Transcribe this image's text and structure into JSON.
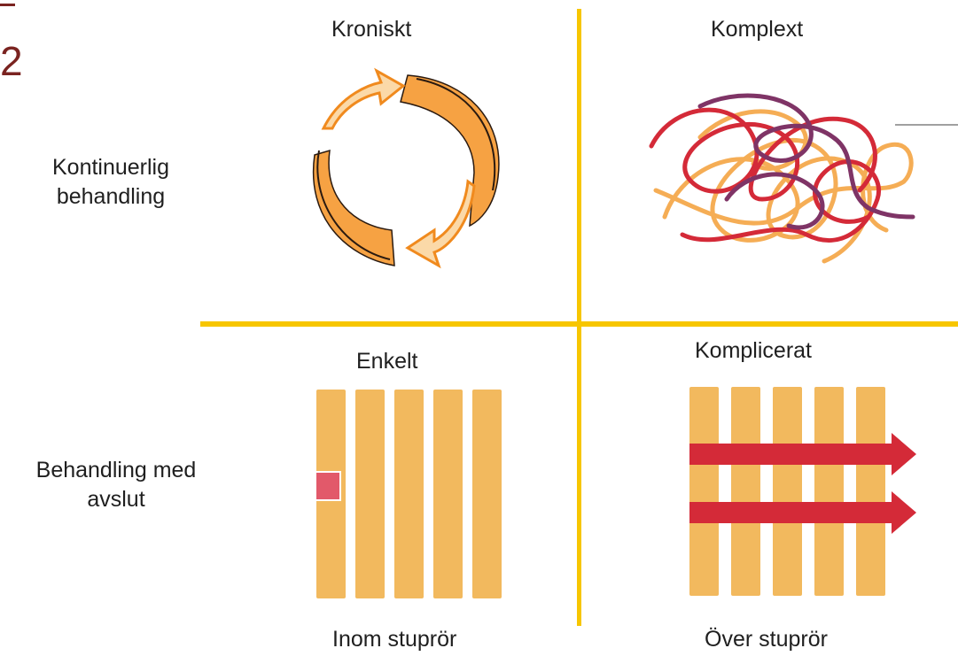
{
  "slide": {
    "number": "2"
  },
  "row_labels": {
    "top": {
      "line1": "Kontinuerlig",
      "line2": "behandling"
    },
    "bottom": {
      "line1": "Behandling med",
      "line2": "avslut"
    }
  },
  "quadrants": {
    "top_left": {
      "title": "Kroniskt",
      "icon": "circular-arrows-icon"
    },
    "top_right": {
      "title": "Komplext",
      "icon": "tangled-lines-icon"
    },
    "bottom_left": {
      "title": "Enkelt",
      "icon": "silos-with-block-icon",
      "caption": "Inom stuprör"
    },
    "bottom_right": {
      "title": "Komplicerat",
      "icon": "silos-with-arrows-icon",
      "caption": "Över stuprör"
    }
  },
  "colors": {
    "divider": "#f7c600",
    "orange": "#f6a243",
    "silo": "#f2b95e",
    "red": "#d42a38",
    "purple": "#7f3466",
    "slide_number": "#7a2320"
  }
}
